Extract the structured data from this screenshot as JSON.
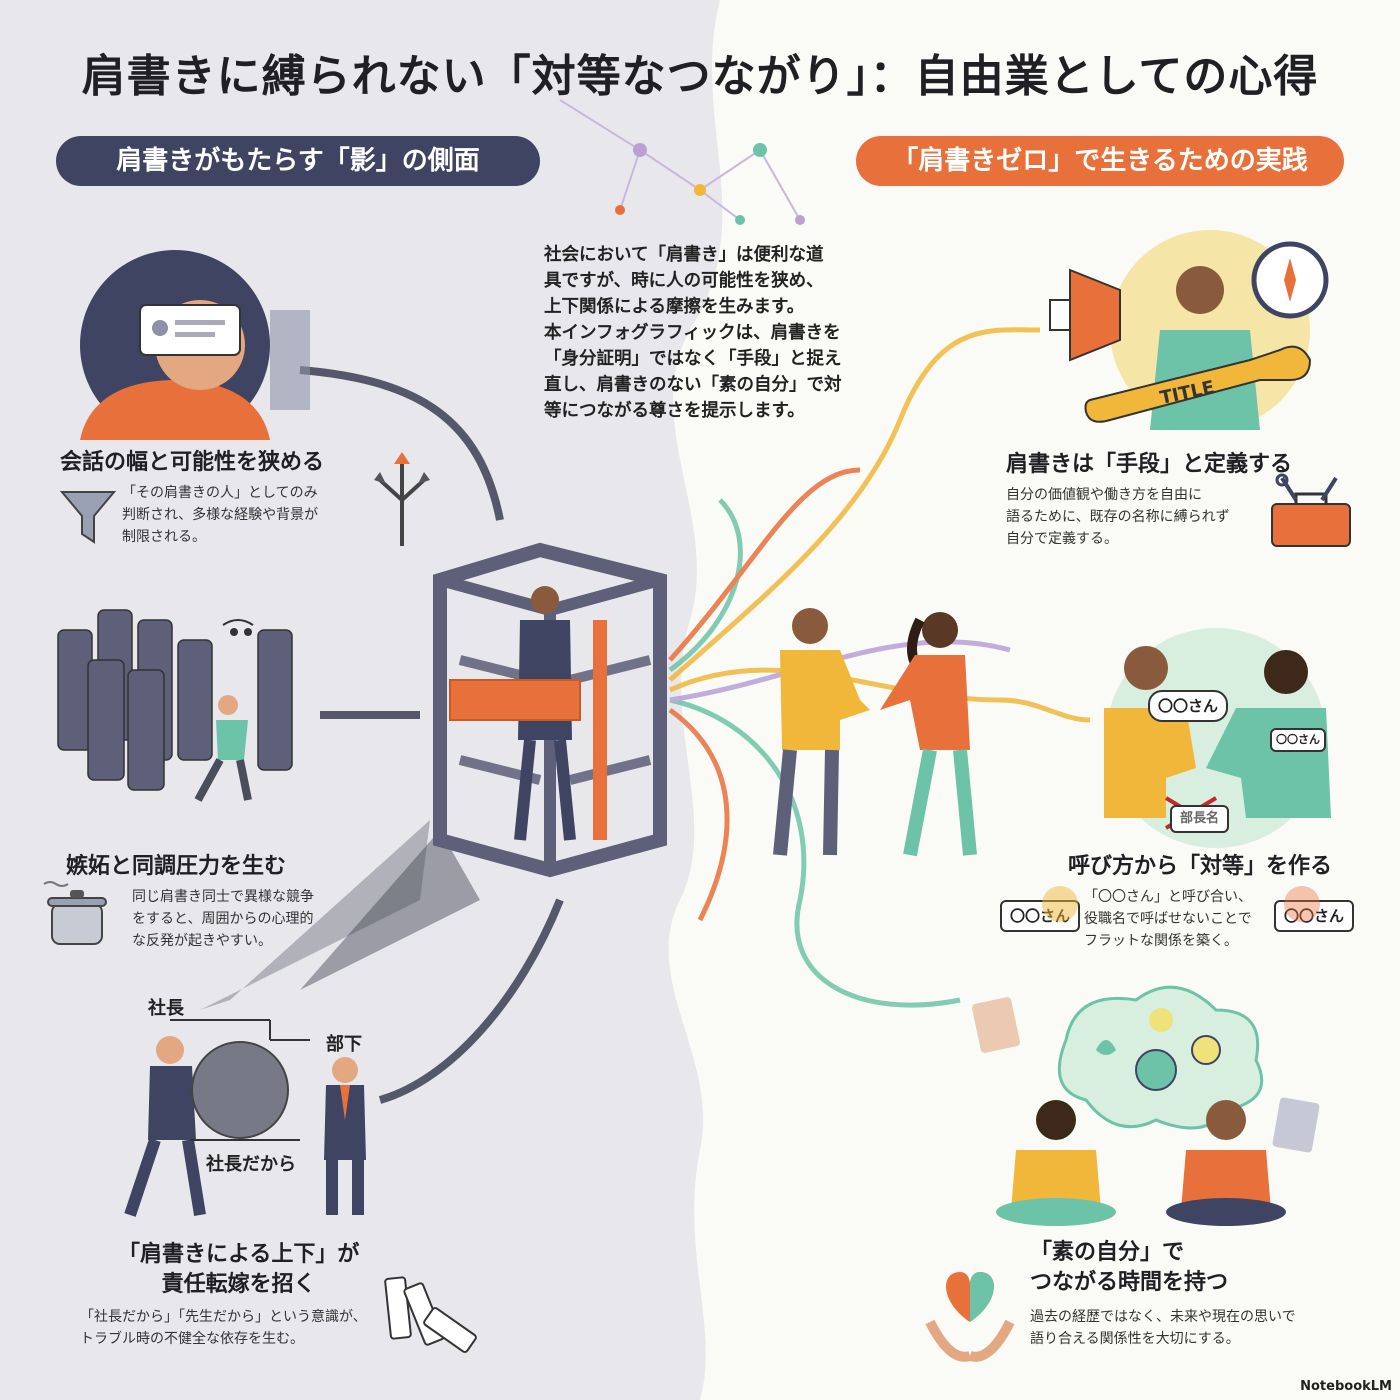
{
  "title": "肩書きに縛られない「対等なつながり」：自由業としての心得",
  "left_header": "肩書きがもたらす「影」の側面",
  "right_header": "「肩書きゼロ」で生きるための実践",
  "intro": "社会において「肩書き」は便利な道\n具ですが、時に人の可能性を狭め、\n上下関係による摩擦を生みます。\n本インフォグラフィックは、肩書きを\n「身分証明」ではなく「手段」と捉え\n直し、肩書きのない「素の自分」で対\n等につながる尊さを提示します。",
  "left_sections": [
    {
      "title": "会話の幅と可能性を狭める",
      "body": "「その肩書きの人」としてのみ\n判断され、多様な経験や背景が\n制限される。"
    },
    {
      "title": "嫉妬と同調圧力を生む",
      "body": "同じ肩書き同士で異様な競争\nをすると、周囲からの心理的\nな反発が起きやすい。"
    },
    {
      "title": "「肩書きによる上下」が\n責任転嫁を招く",
      "body": "「社長だから」「先生だから」という意識が、\nトラブル時の不健全な依存を生む。"
    }
  ],
  "right_sections": [
    {
      "title": "肩書きは「手段」と定義する",
      "body": "自分の価値観や働き方を自由に\n語るために、既存の名称に縛られず\n自分で定義する。"
    },
    {
      "title": "呼び方から「対等」を作る",
      "body": "「〇〇さん」と呼び合い、\n役職名で呼ばせないことで\nフラットな関係を築く。"
    },
    {
      "title": "「素の自分」で\nつながる時間を持つ",
      "body": "過去の経歴ではなく、未来や現在の思いで\n語り合える関係性を大切にする。"
    }
  ],
  "labels": {
    "president": "社長",
    "subordinate": "部下",
    "because_president": "社長だから",
    "title_wrench": "TITLE",
    "san_bubble": "〇〇さん",
    "name_badge": "〇〇さん",
    "crossed_title": "部長名",
    "san_tag_left": "〇〇さん",
    "san_tag_right": "〇〇さん"
  },
  "brand": "NotebookLM",
  "colors": {
    "navy": "#3f4462",
    "orange": "#e8703a",
    "teal": "#6cc3a8",
    "yellow": "#f0b73a"
  }
}
